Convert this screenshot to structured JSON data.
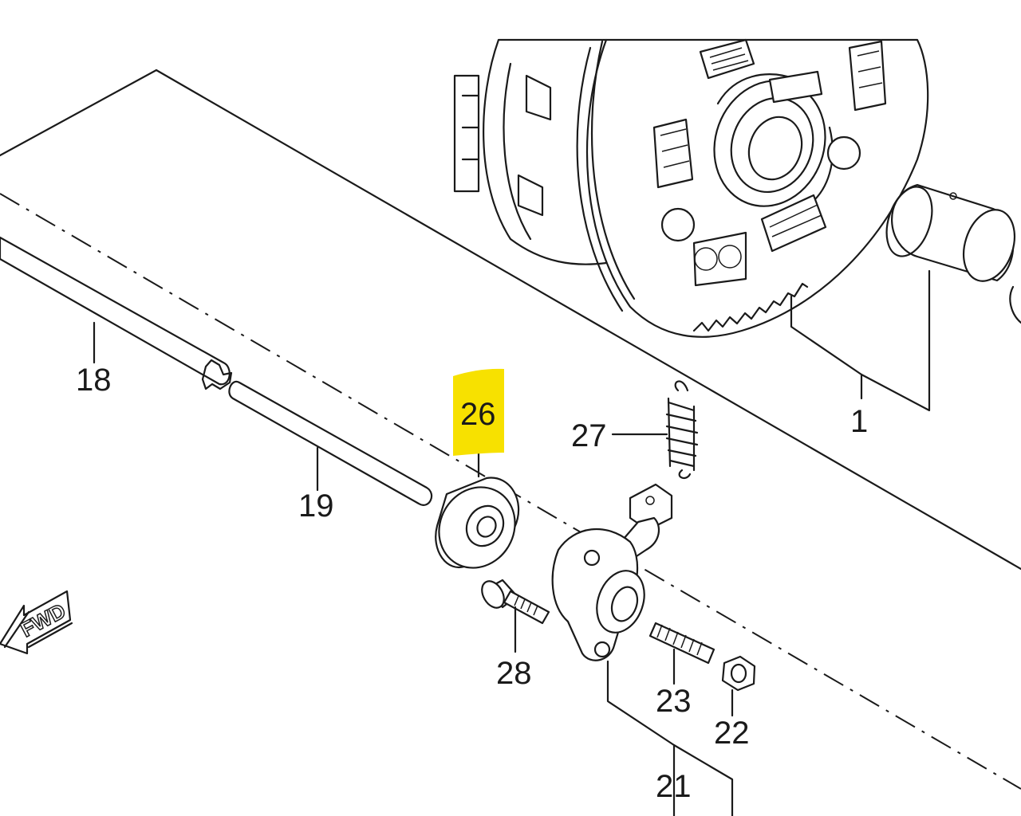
{
  "diagram": {
    "highlight_color": "#f7e100",
    "line_color": "#1a1a1a",
    "direction_marker": "FWD",
    "part_numbers": [
      {
        "id": "1",
        "label": "1"
      },
      {
        "id": "18",
        "label": "18"
      },
      {
        "id": "19",
        "label": "19"
      },
      {
        "id": "21",
        "label": "21"
      },
      {
        "id": "22",
        "label": "22"
      },
      {
        "id": "23",
        "label": "23"
      },
      {
        "id": "26",
        "label": "26",
        "highlighted": true
      },
      {
        "id": "27",
        "label": "27"
      },
      {
        "id": "28",
        "label": "28"
      }
    ]
  }
}
